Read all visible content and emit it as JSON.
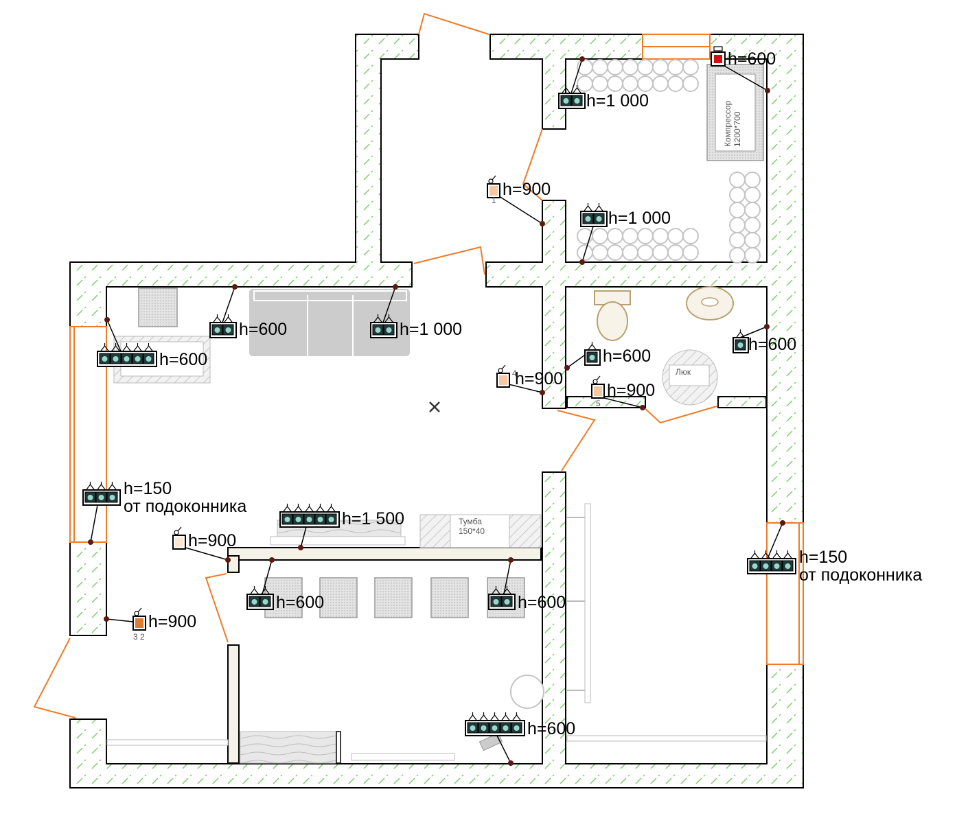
{
  "labels": {
    "h600": "h=600",
    "h900": "h=900",
    "h1000": "h=1 000",
    "h1500": "h=1 500",
    "h150": "h=150",
    "sill": "от подоконника",
    "compressor_1": "Компрессор",
    "compressor_2": "1200*700",
    "hatch": "Люк",
    "cabinet_1": "Тумба",
    "cabinet_2": "150*40",
    "num_1": "1",
    "num_4": "4",
    "num_5": "5",
    "num_32": "3 2"
  },
  "colors": {
    "wall_line": "#000000",
    "hatch": "#7ccc6c",
    "door": "#f07b28",
    "socket": "#1f3a38",
    "switch": "#f6c7a0",
    "switch_dark": "#e07a30",
    "red_outlet": "#d01010",
    "furniture": "#cccccc"
  },
  "icons": {
    "socket": "power-socket-icon",
    "switch": "light-switch-icon",
    "cross": "center-mark-icon"
  }
}
